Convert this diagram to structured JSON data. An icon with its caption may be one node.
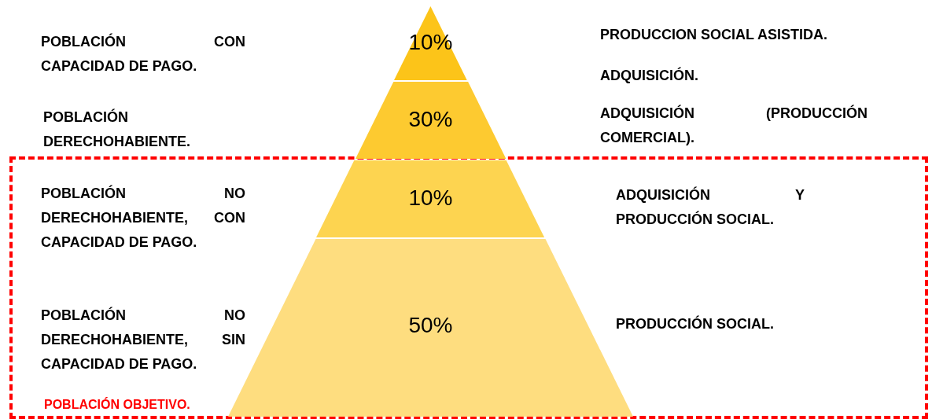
{
  "diagram": {
    "nodes": [
      {
        "text": [
          "10%"
        ]
      },
      {
        "text": [
          "30%"
        ]
      },
      {
        "text": [
          "POBLACIÓN OBJETIVO."
        ]
      },
      {
        "text": [
          "10%"
        ],
        "in": 2
      },
      {
        "text": [
          "50%"
        ],
        "in": 2
      }
    ],
    "labels": [
      "POBLACIÓN CON CAPACIDAD DE PAGO.",
      "PRODUCCION SOCIAL ASISTIDA.",
      "ADQUISICIÓN.",
      "POBLACIÓN DERECHOHABIENTE.",
      "ADQUISICIÓN (PRODUCCIÓN COMERCIAL).",
      "POBLACIÓN NO DERECHOHABIENTE, CON CAPACIDAD DE PAGO.",
      "ADQUISICIÓN Y PRODUCCIÓN SOCIAL.",
      "POBLACIÓN NO DERECHOHABIENTE, SIN CAPACIDAD DE PAGO.",
      "PRODUCCIÓN SOCIAL."
    ]
  }
}
